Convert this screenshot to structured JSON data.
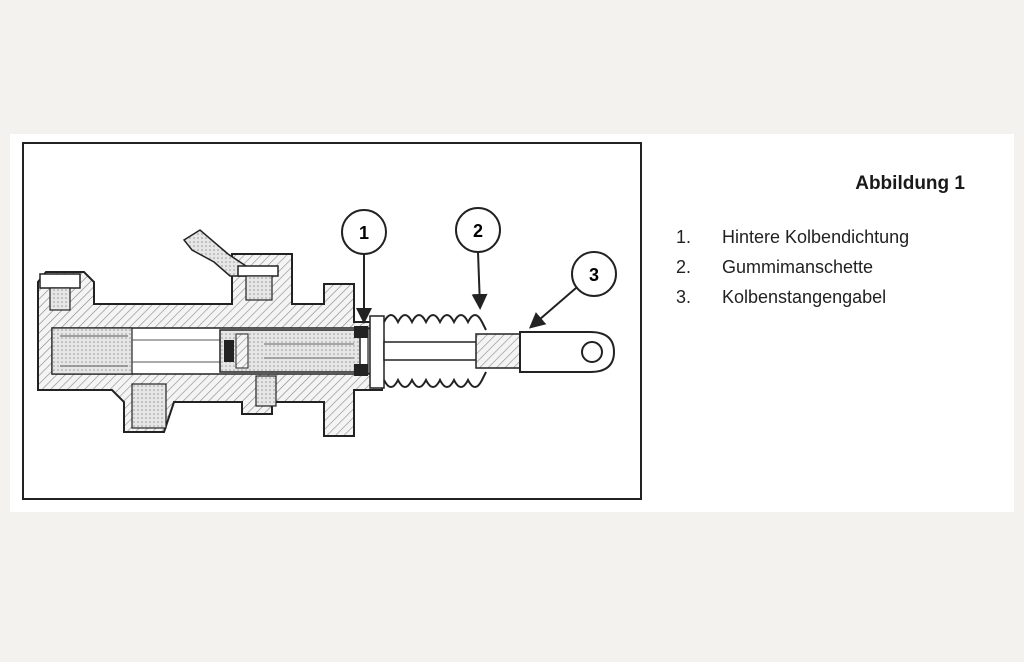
{
  "figure": {
    "title": "Abbildung 1",
    "callouts": [
      "1",
      "2",
      "3"
    ]
  },
  "legend": [
    {
      "number": "1.",
      "label": "Hintere Kolbendichtung"
    },
    {
      "number": "2.",
      "label": "Gummimanschette"
    },
    {
      "number": "3.",
      "label": "Kolbenstangengabel"
    }
  ]
}
